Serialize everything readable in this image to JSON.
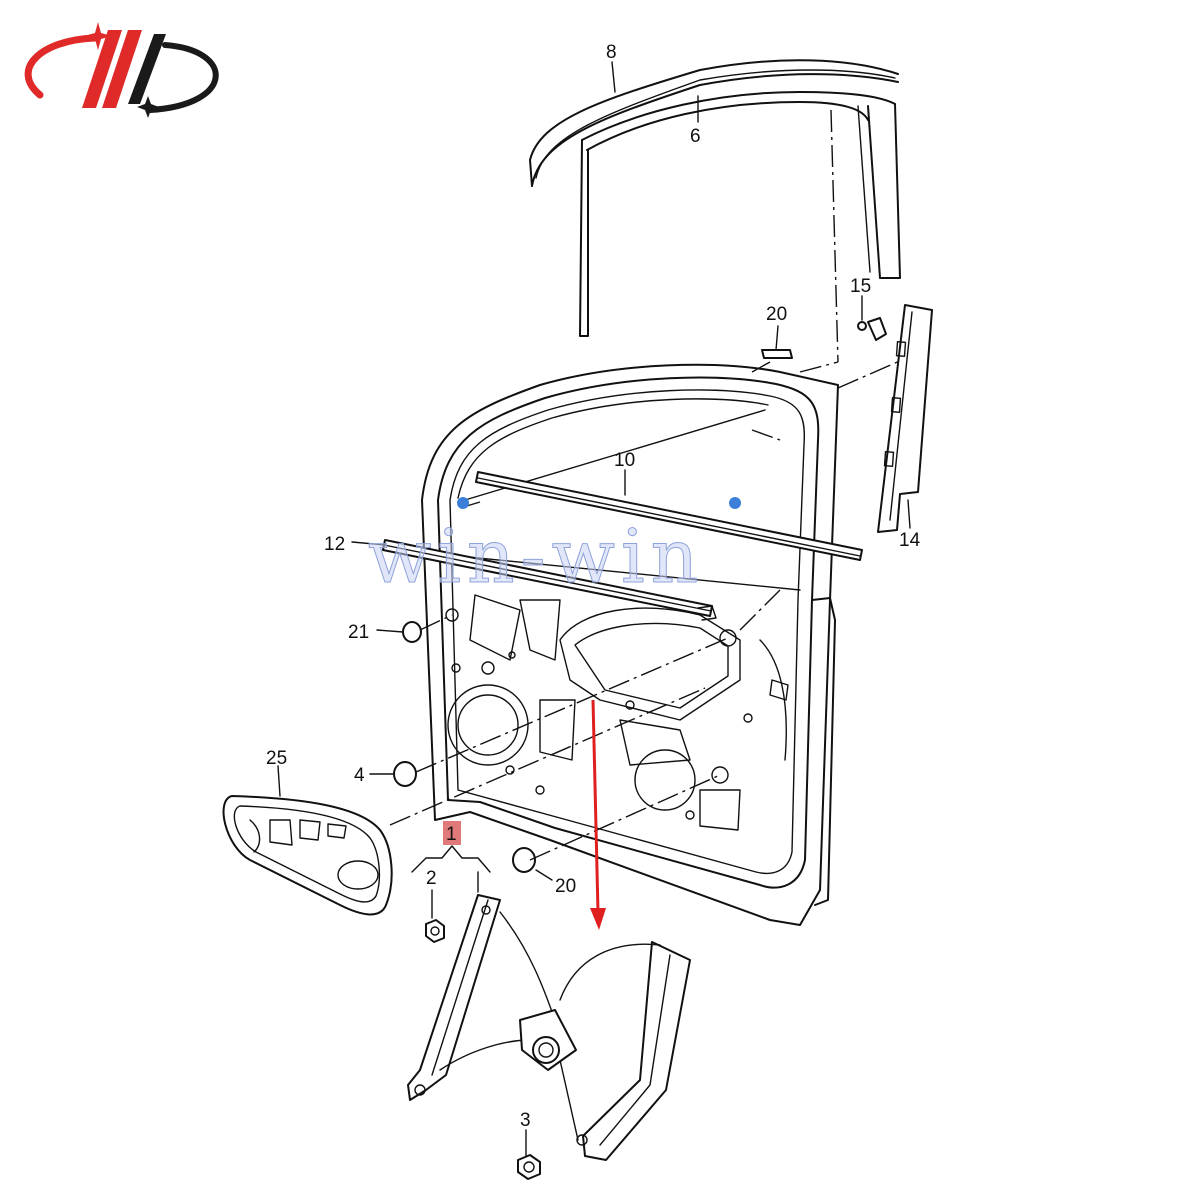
{
  "watermark": "win-win",
  "callouts": {
    "c8": "8",
    "c6": "6",
    "c15": "15",
    "c20_top": "20",
    "c10": "10",
    "c12": "12",
    "c14": "14",
    "c21": "21",
    "c4": "4",
    "c25": "25",
    "c1": "1",
    "c2": "2",
    "c20_bottom": "20",
    "c3": "3"
  },
  "colors": {
    "logo_red": "#e02a2a",
    "logo_black": "#1a1a1a",
    "highlight": "#e07a7a",
    "arrow": "#e02020",
    "marker_blue": "#3b7fd8"
  }
}
